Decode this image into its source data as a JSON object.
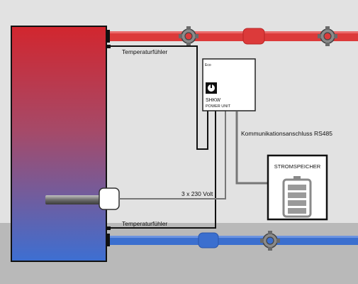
{
  "labels": {
    "sensor_top": "Temperaturfühler",
    "sensor_bottom": "Temperaturfühler",
    "power_line": "3 x 230 Volt",
    "comm_line": "Kommunikationsanschluss RS485",
    "unit_name": "SHKW",
    "unit_sub": "POWER UNIT",
    "unit_logo": "Eco",
    "storage_title": "STROMSPEICHER"
  },
  "colors": {
    "wall": "#e2e2e2",
    "floor": "#b9b9b9",
    "hot_pipe": "#dc3a3a",
    "cold_pipe": "#3b6fcf",
    "tank_top": "#d2262e",
    "tank_bottom": "#3d6fd2",
    "battery_cell": "#9a9a9a",
    "wire": "#111111",
    "signal_wire": "#7b7b7b"
  },
  "icons": [
    "pipe-union-icon",
    "pipe-valve-icon",
    "power-knob-icon",
    "battery-icon",
    "heating-rod-icon"
  ],
  "battery": {
    "cells_filled": 4,
    "cells_total": 4
  }
}
